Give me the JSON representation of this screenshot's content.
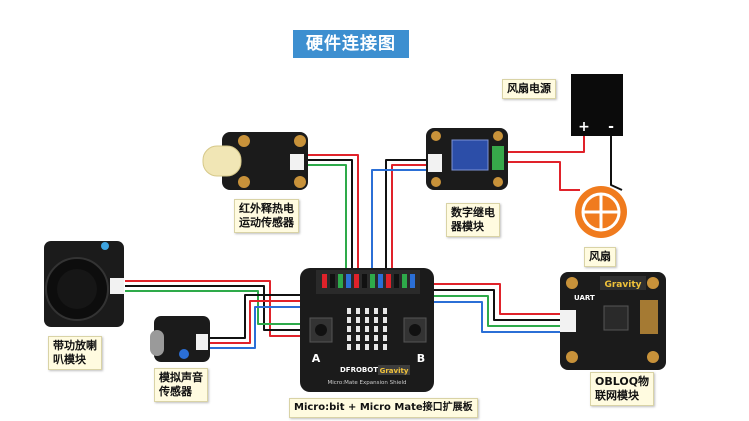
{
  "diagram": {
    "title": "硬件连接图",
    "labels": {
      "fan_power": "风扇电源",
      "pir_line1": "红外释热电",
      "pir_line2": "运动传感器",
      "relay_line1": "数字继电",
      "relay_line2": "器模块",
      "fan": "风扇",
      "speaker_line1": "带功放喇",
      "speaker_line2": "叭模块",
      "sound_line1": "模拟声音",
      "sound_line2": "传感器",
      "shield": "Micro:bit + Micro Mate接口扩展板",
      "obloq_line1": "OBLOQ物",
      "obloq_line2": "联网模块"
    },
    "board_text": {
      "shield_brand": "DFROBOT",
      "shield_gravity": "Gravity",
      "shield_name": "Micro:Mate Expansion Shield",
      "pin_a": "A",
      "pin_b": "B",
      "obloq_brand": "Gravity",
      "obloq_uart": "UART",
      "power_plus": "+",
      "power_minus": "-"
    },
    "colors": {
      "red": "#e0222a",
      "black": "#111111",
      "green": "#2eaa4a",
      "blue": "#2b6fd6",
      "board": "#1b1b1b",
      "title_bg": "#3d8fd0",
      "fan": "#f07b1e"
    }
  }
}
